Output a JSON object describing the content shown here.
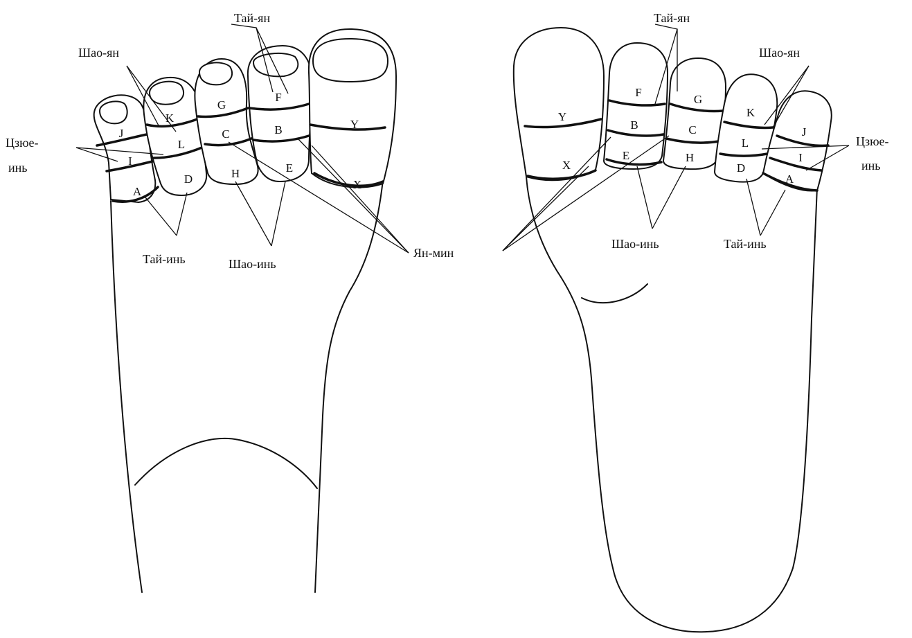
{
  "labels": {
    "tai_yan": "Тай-ян",
    "shao_yan": "Шао-ян",
    "tsyue_in_1": "Цзюе-",
    "tsyue_in_2": "инь",
    "tai_in": "Тай-инь",
    "shao_in": "Шао-инь",
    "yan_min": "Ян-мин"
  },
  "zones": {
    "A": "A",
    "B": "B",
    "C": "C",
    "D": "D",
    "E": "E",
    "F": "F",
    "G": "G",
    "H": "H",
    "I": "I",
    "J": "J",
    "K": "K",
    "L": "L",
    "X": "X",
    "Y": "Y"
  }
}
